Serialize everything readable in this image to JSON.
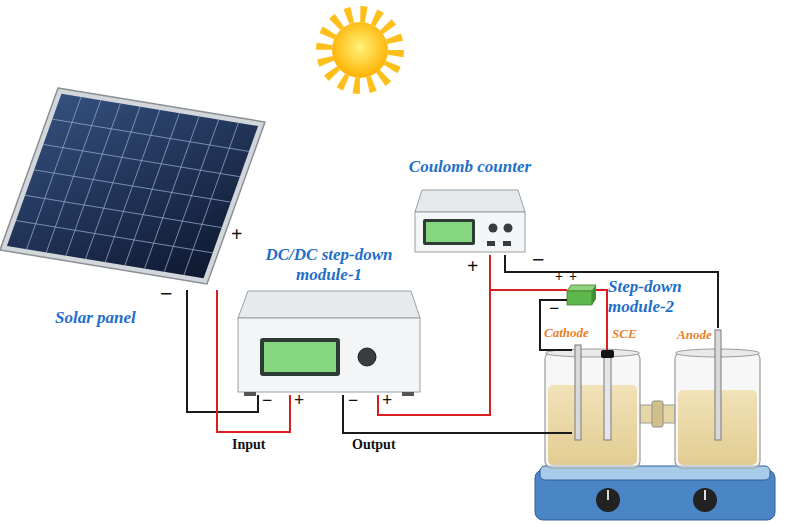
{
  "diagram": {
    "nodes": [
      {
        "text": [
          "Solar panel"
        ]
      },
      {
        "text": [
          "DC/DC step-down module-1"
        ]
      },
      {
        "text": [
          "Coulomb counter"
        ]
      },
      {
        "text": [
          "Step-down module-2"
        ]
      },
      {
        "text": [
          "Cathode"
        ]
      },
      {
        "text": [
          "SCE"
        ]
      },
      {
        "text": [
          "Anode"
        ]
      }
    ],
    "edges": [
      {
        "from": 0,
        "to": 1,
        "arrow": "none"
      },
      {
        "from": 0,
        "to": 1,
        "arrow": "none"
      },
      {
        "from": 1,
        "to": 2,
        "arrow": "none"
      },
      {
        "from": 1,
        "to": 4,
        "arrow": "none"
      },
      {
        "from": 2,
        "to": 6,
        "arrow": "none"
      },
      {
        "from": 2,
        "to": 3,
        "arrow": "none"
      },
      {
        "from": 3,
        "to": 5,
        "arrow": "none"
      },
      {
        "from": 3,
        "to": 4,
        "arrow": "none"
      }
    ],
    "labels": [
      "+",
      "−",
      "+",
      "+",
      "+",
      "−",
      "−",
      "−",
      "+",
      "−",
      "+",
      "Input",
      "Output"
    ]
  }
}
